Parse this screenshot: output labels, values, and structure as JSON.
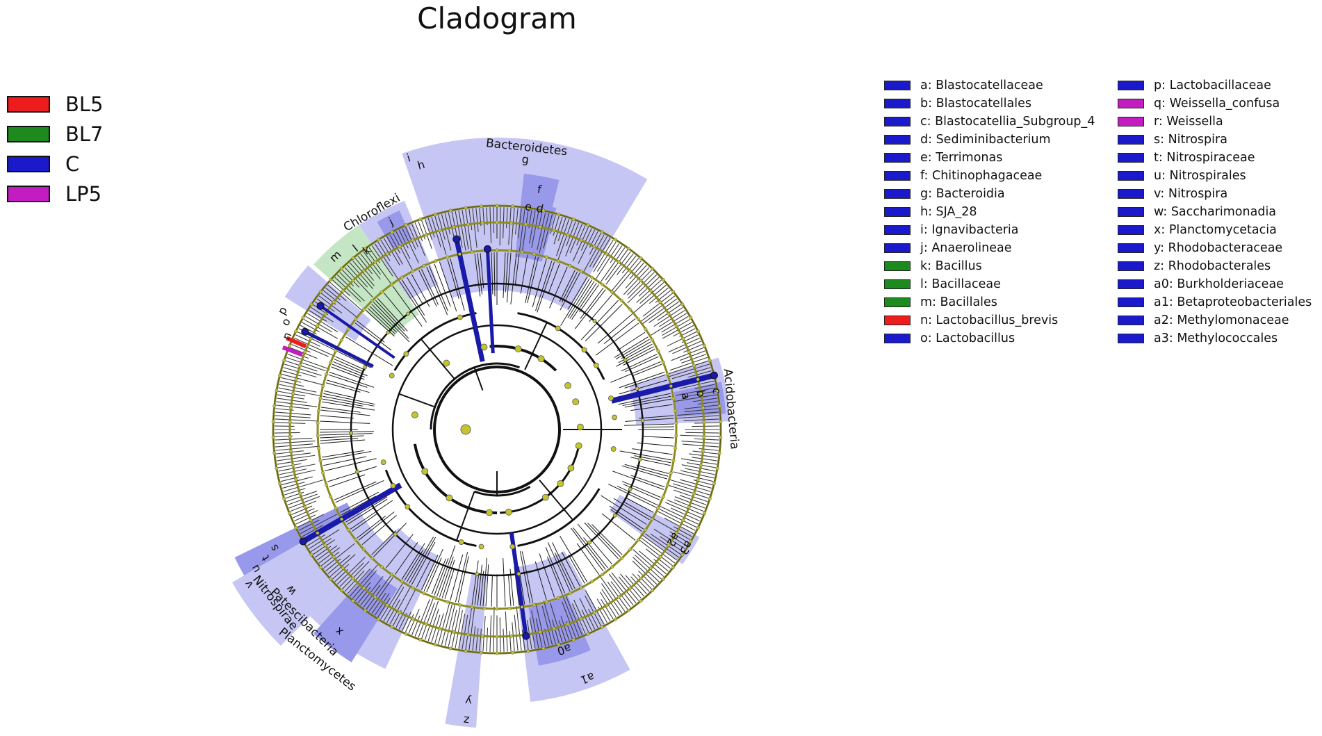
{
  "title": "Cladogram",
  "groups": [
    {
      "name": "BL5",
      "color": "#ee1c1c"
    },
    {
      "name": "BL7",
      "color": "#1d8a1d"
    },
    {
      "name": "C",
      "color": "#1a1acc"
    },
    {
      "name": "LP5",
      "color": "#c21cc2"
    }
  ],
  "taxa_legend": [
    {
      "key": "a",
      "name": "Blastocatellaceae",
      "group": "C"
    },
    {
      "key": "b",
      "name": "Blastocatellales",
      "group": "C"
    },
    {
      "key": "c",
      "name": "Blastocatellia_Subgroup_4",
      "group": "C"
    },
    {
      "key": "d",
      "name": "Sediminibacterium",
      "group": "C"
    },
    {
      "key": "e",
      "name": "Terrimonas",
      "group": "C"
    },
    {
      "key": "f",
      "name": "Chitinophagaceae",
      "group": "C"
    },
    {
      "key": "g",
      "name": "Bacteroidia",
      "group": "C"
    },
    {
      "key": "h",
      "name": "SJA_28",
      "group": "C"
    },
    {
      "key": "i",
      "name": "Ignavibacteria",
      "group": "C"
    },
    {
      "key": "j",
      "name": "Anaerolineae",
      "group": "C"
    },
    {
      "key": "k",
      "name": "Bacillus",
      "group": "BL7"
    },
    {
      "key": "l",
      "name": "Bacillaceae",
      "group": "BL7"
    },
    {
      "key": "m",
      "name": "Bacillales",
      "group": "BL7"
    },
    {
      "key": "n",
      "name": "Lactobacillus_brevis",
      "group": "BL5"
    },
    {
      "key": "o",
      "name": "Lactobacillus",
      "group": "C"
    },
    {
      "key": "p",
      "name": "Lactobacillaceae",
      "group": "C"
    },
    {
      "key": "q",
      "name": "Weissella_confusa",
      "group": "LP5"
    },
    {
      "key": "r",
      "name": "Weissella",
      "group": "LP5"
    },
    {
      "key": "s",
      "name": "Nitrospira",
      "group": "C"
    },
    {
      "key": "t",
      "name": "Nitrospiraceae",
      "group": "C"
    },
    {
      "key": "u",
      "name": "Nitrospirales",
      "group": "C"
    },
    {
      "key": "v",
      "name": "Nitrospira",
      "group": "C"
    },
    {
      "key": "w",
      "name": "Saccharimonadia",
      "group": "C"
    },
    {
      "key": "x",
      "name": "Planctomycetacia",
      "group": "C"
    },
    {
      "key": "y",
      "name": "Rhodobacteraceae",
      "group": "C"
    },
    {
      "key": "z",
      "name": "Rhodobacterales",
      "group": "C"
    },
    {
      "key": "a0",
      "name": "Burkholderiaceae",
      "group": "C"
    },
    {
      "key": "a1",
      "name": "Betaproteobacteriales",
      "group": "C"
    },
    {
      "key": "a2",
      "name": "Methylomonaceae",
      "group": "C"
    },
    {
      "key": "a3",
      "name": "Methylococcales",
      "group": "C"
    }
  ],
  "clade_labels": {
    "bacteroidetes": "Bacteroidetes",
    "chloroflexi": "Chloroflexi",
    "acidobacteria": "Acidobacteria",
    "planctomycetes": "Planctomycetes",
    "nitrospirae": "Nitrospirae",
    "patescibacteria": "Patescibacteria"
  },
  "highlight_colors": {
    "C_light": "#c6c6f4",
    "C_mid": "#9999ec",
    "BL7_light": "#c4e6c4",
    "branch_dark": "#1a1aa8",
    "node": "#c4c42c"
  }
}
